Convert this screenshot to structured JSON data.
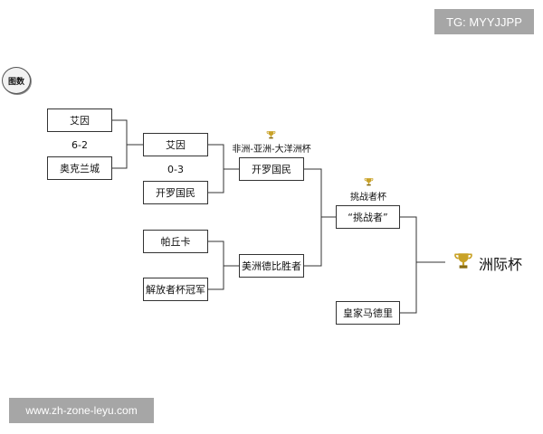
{
  "watermark_top": "TG: MYYJJPP",
  "watermark_bottom": "www.zh-zone-leyu.com",
  "logo_text": "图数",
  "round1": {
    "match1": {
      "top": "艾因",
      "bottom": "奥克兰城",
      "score": "6-2"
    }
  },
  "round2": {
    "match1": {
      "top": "艾因",
      "bottom": "开罗国民",
      "score": "0-3"
    },
    "match2": {
      "top": "帕丘卡",
      "bottom": "解放者杯冠军"
    }
  },
  "round3": {
    "africa_asia_label": "非洲-亚洲-大洋洲杯",
    "africa_asia_winner": "开罗国民",
    "americas_winner": "美洲德比胜者"
  },
  "challenger": {
    "label": "挑战者杯",
    "winner": "“挑战者”"
  },
  "final": {
    "opponent": "皇家马德里",
    "title": "洲际杯"
  },
  "colors": {
    "line": "#333333",
    "trophy": "#c9a227",
    "tag_bg": "#a6a6a6"
  }
}
